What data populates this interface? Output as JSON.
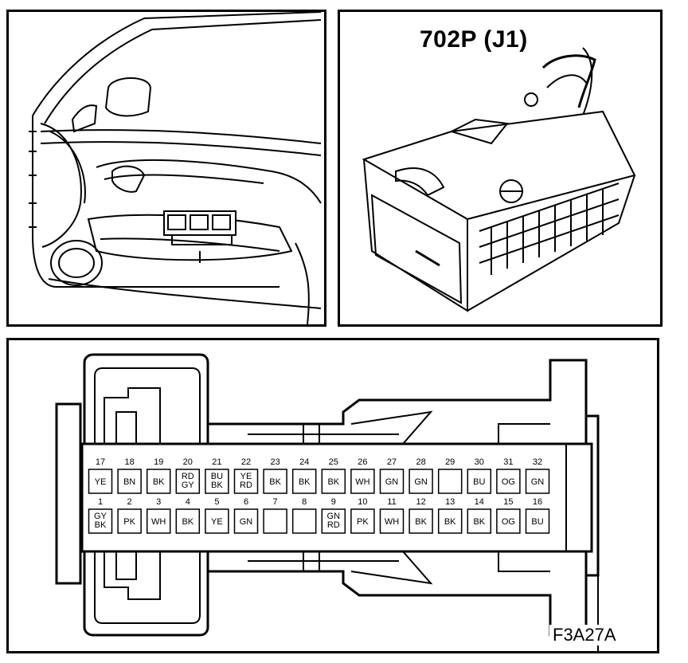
{
  "connector": {
    "title": "702P (J1)"
  },
  "figure_id": "F3A27A",
  "pins_top": [
    {
      "n": "17",
      "c": [
        "YE"
      ]
    },
    {
      "n": "18",
      "c": [
        "BN"
      ]
    },
    {
      "n": "19",
      "c": [
        "BK"
      ]
    },
    {
      "n": "20",
      "c": [
        "RD",
        "GY"
      ]
    },
    {
      "n": "21",
      "c": [
        "BU",
        "BK"
      ]
    },
    {
      "n": "22",
      "c": [
        "YE",
        "RD"
      ]
    },
    {
      "n": "23",
      "c": [
        "BK"
      ]
    },
    {
      "n": "24",
      "c": [
        "BK"
      ]
    },
    {
      "n": "25",
      "c": [
        "BK"
      ]
    },
    {
      "n": "26",
      "c": [
        "WH"
      ]
    },
    {
      "n": "27",
      "c": [
        "GN"
      ]
    },
    {
      "n": "28",
      "c": [
        "GN"
      ]
    },
    {
      "n": "29",
      "c": []
    },
    {
      "n": "30",
      "c": [
        "BU"
      ]
    },
    {
      "n": "31",
      "c": [
        "OG"
      ]
    },
    {
      "n": "32",
      "c": [
        "GN"
      ]
    }
  ],
  "pins_bottom": [
    {
      "n": "1",
      "c": [
        "GY",
        "BK"
      ]
    },
    {
      "n": "2",
      "c": [
        "PK"
      ]
    },
    {
      "n": "3",
      "c": [
        "WH"
      ]
    },
    {
      "n": "4",
      "c": [
        "BK"
      ]
    },
    {
      "n": "5",
      "c": [
        "YE"
      ]
    },
    {
      "n": "6",
      "c": [
        "GN"
      ]
    },
    {
      "n": "7",
      "c": []
    },
    {
      "n": "8",
      "c": []
    },
    {
      "n": "9",
      "c": [
        "GN",
        "RD"
      ]
    },
    {
      "n": "10",
      "c": [
        "PK"
      ]
    },
    {
      "n": "11",
      "c": [
        "WH"
      ]
    },
    {
      "n": "12",
      "c": [
        "BK"
      ]
    },
    {
      "n": "13",
      "c": [
        "BK"
      ]
    },
    {
      "n": "14",
      "c": [
        "BK"
      ]
    },
    {
      "n": "15",
      "c": [
        "OG"
      ]
    },
    {
      "n": "16",
      "c": [
        "BU"
      ]
    }
  ]
}
